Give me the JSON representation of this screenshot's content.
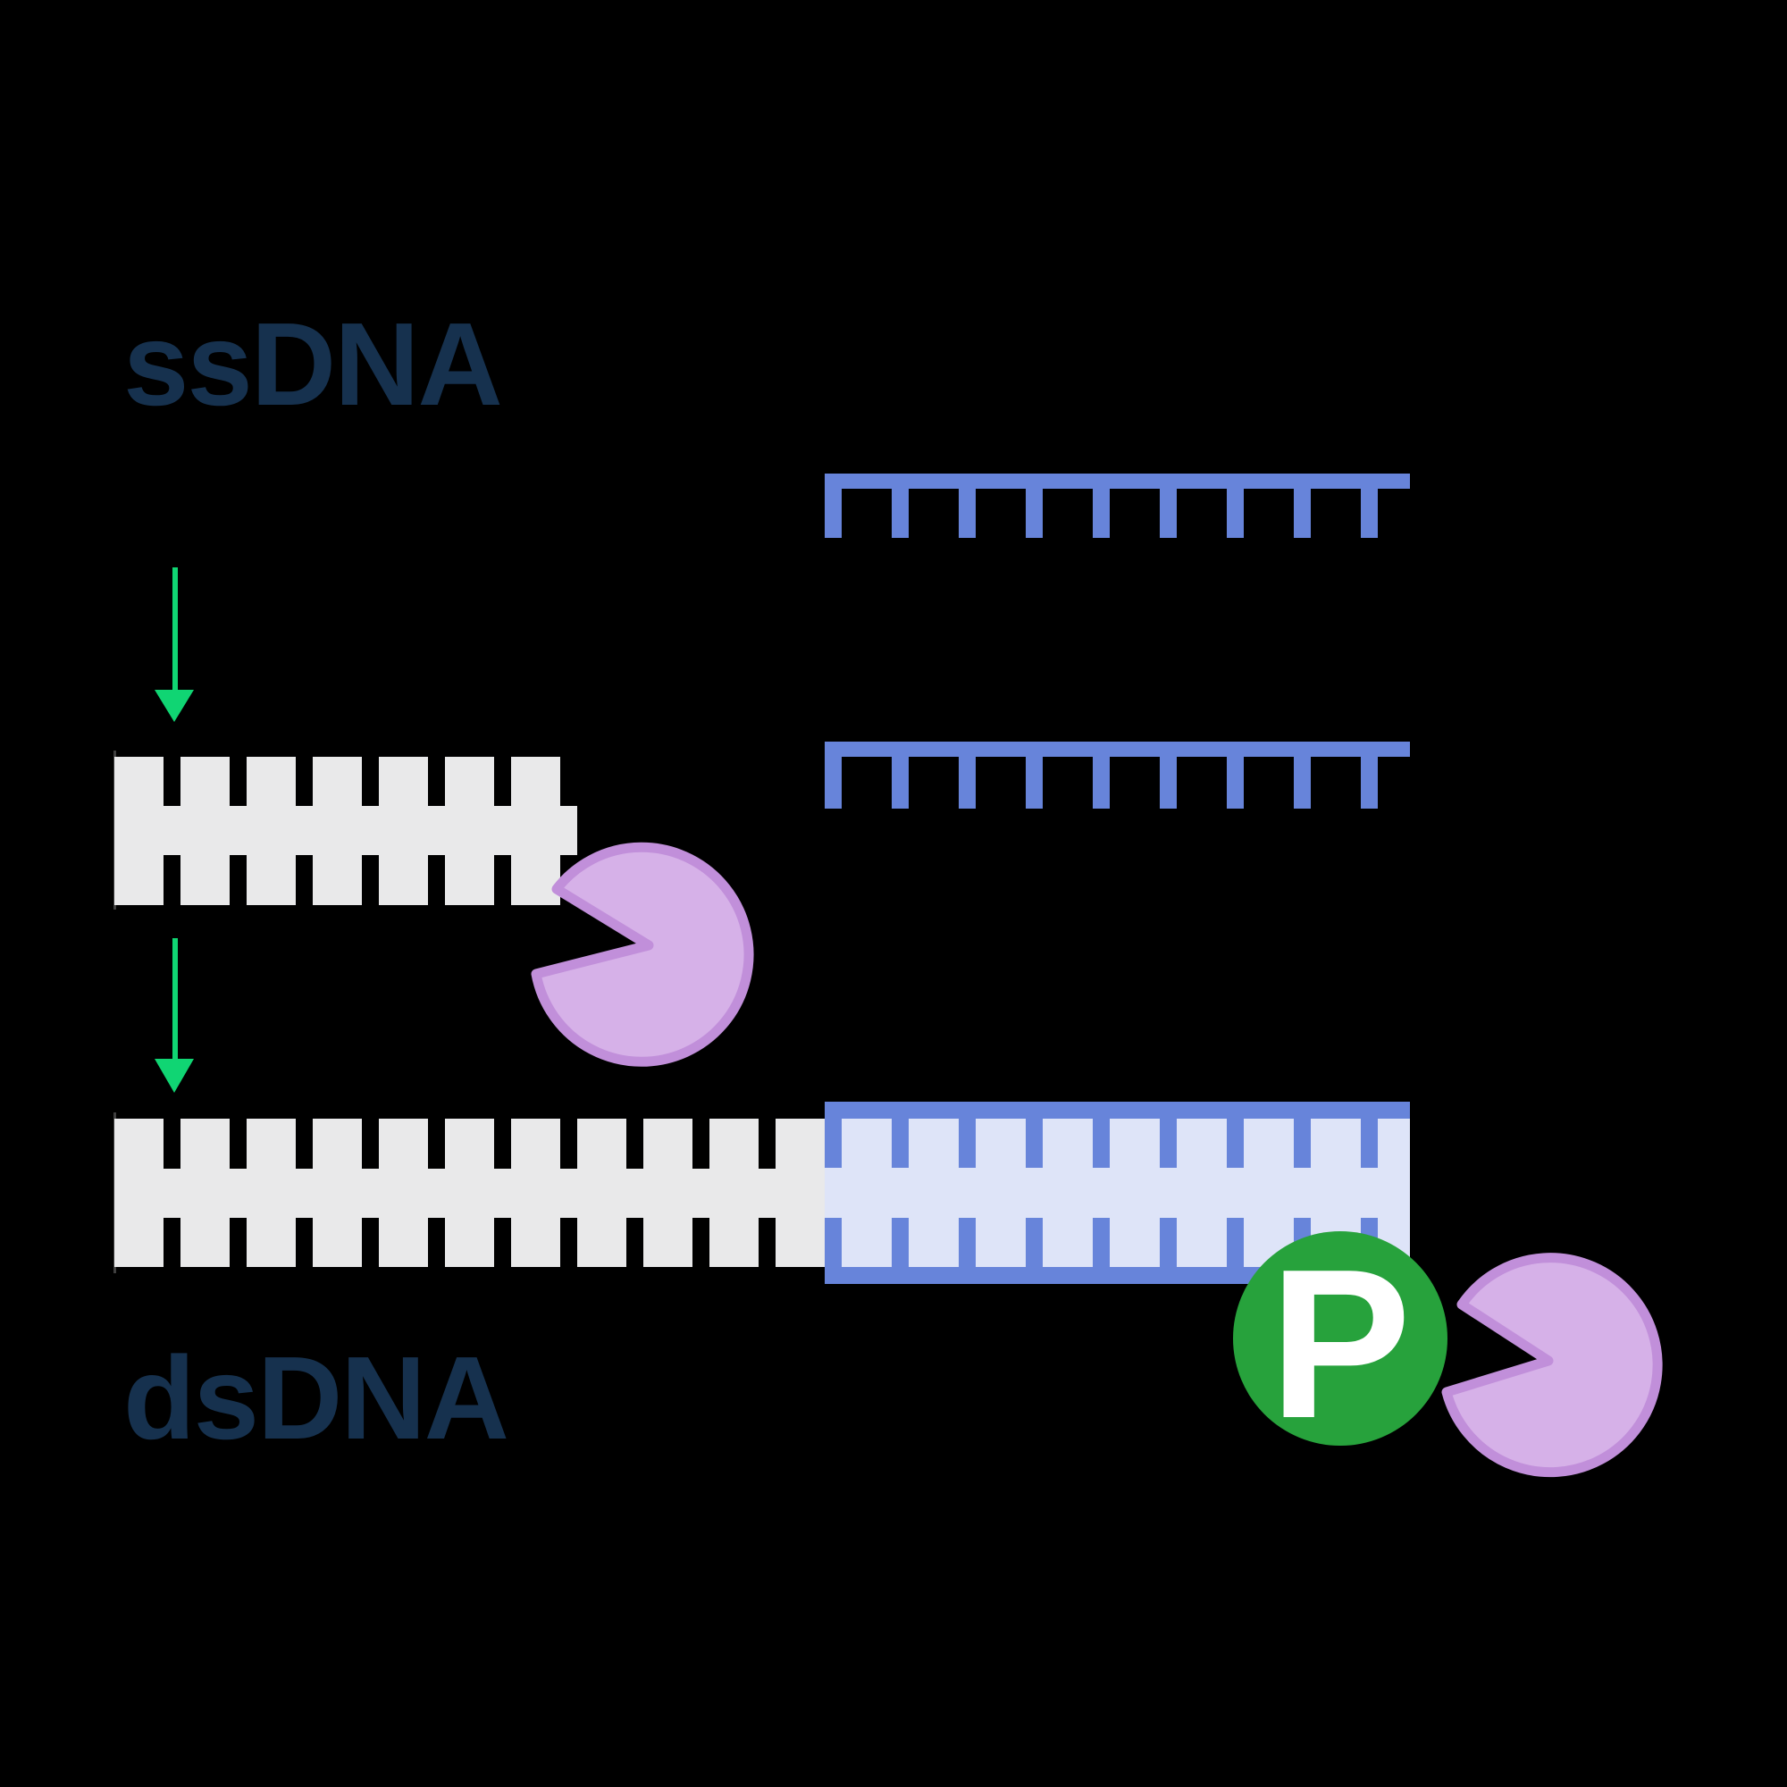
{
  "labels": {
    "top_left": "ssDNA",
    "bottom_left": "dsDNA",
    "enzyme_badge": "P"
  },
  "icons": {
    "template_strand_top": "blue-ssdna-comb",
    "template_strand_middle": "blue-ssdna-comb",
    "gray_ssdna_fragment": "gray-ssdna-comb",
    "dsdna_duplex": "gray-blue-annealed-duplex",
    "exonuclease_1": "pacman-enzyme",
    "exonuclease_2": "pacman-enzyme",
    "polymerase_badge": "green-circle-P",
    "step_arrow_1": "down-arrow",
    "step_arrow_2": "down-arrow"
  },
  "colors": {
    "background": "#000000",
    "label_text": "#16314e",
    "blue_strand": "#6784da",
    "blue_fill_light": "#dee4f8",
    "gray_strand": "#e9e9ea",
    "gray_edge": "#3f3f3f",
    "arrow_green": "#10d573",
    "polymerase_green": "#27a23c",
    "polymerase_text": "#ffffff",
    "exonuclease_fill": "#d6b1e8",
    "exonuclease_stroke": "#c18fda"
  }
}
